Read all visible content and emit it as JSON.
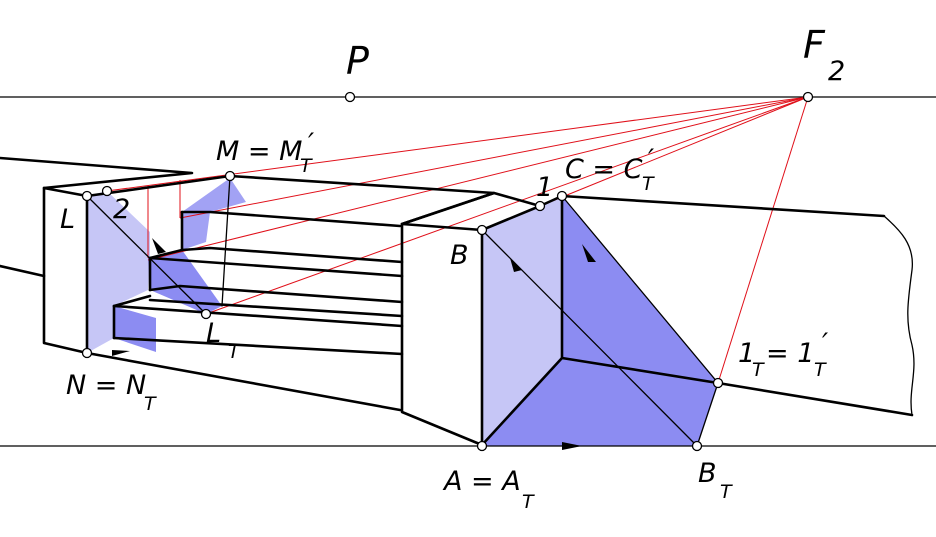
{
  "colors": {
    "shadow_light": "#c6c6f6",
    "shadow_dark": "#8c8cf2",
    "shadow_mid": "#a2a2f4",
    "ray_line": "#e0101a",
    "line": "#000000",
    "background": "#ffffff"
  },
  "labels": {
    "P": "P",
    "F": "F",
    "F_sub": "2",
    "M": "M = M",
    "M_prime": "′",
    "M_sub": "T",
    "C": "C = C",
    "C_prime": "′",
    "C_sub": "T",
    "one": "1",
    "two": "2",
    "L": "L",
    "B": "B",
    "LT": "L",
    "LT_sub": "T",
    "N": "N = N",
    "N_sub": "T",
    "one_T": "1",
    "one_T_sub": "T",
    "one_T_eq": "= 1",
    "one_T_prime": "′",
    "one_T_sub2": "T",
    "A": "A = A",
    "A_sub": "T",
    "BT": "B",
    "BT_sub": "T"
  }
}
